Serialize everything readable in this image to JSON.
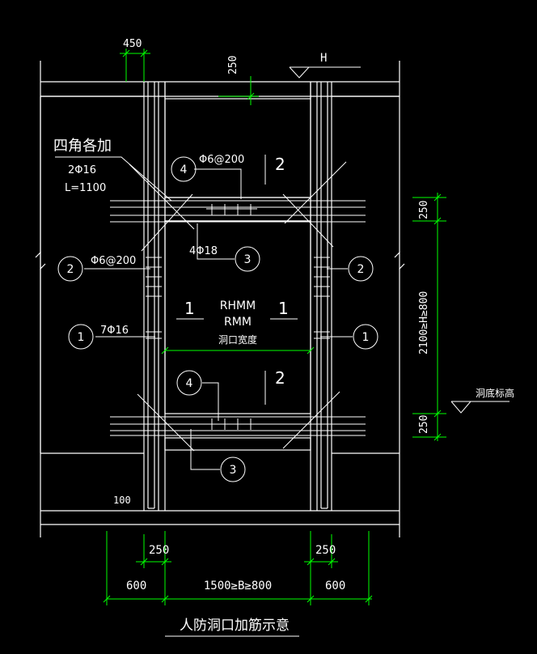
{
  "colors": {
    "background": "#000000",
    "lines": "#ffffff",
    "dimensions": "#00ff00"
  },
  "labels": {
    "top_left_dim": "450",
    "top_mid_dim": "250",
    "level_mark": "H",
    "corner_note_title": "四角各加",
    "corner_note_bars": "2Φ16",
    "corner_note_length": "L=1100",
    "stirrup_left": "Φ6@200",
    "stirrup_top": "Φ6@200",
    "bars_3": "4Φ18",
    "bars_1": "7Φ16",
    "door_type_1": "RHMM",
    "door_type_2": "RMM",
    "opening_width": "洞口宽度",
    "section_mark": "1",
    "section_mark_2": "2",
    "dim_100": "100",
    "bottom_left_250": "250",
    "bottom_right_250": "250",
    "bottom_left_600": "600",
    "bottom_mid": "1500≥B≥800",
    "bottom_right_600": "600",
    "right_top_250": "250",
    "right_mid": "2100≥H≥800",
    "right_bottom_250": "250",
    "floor_level": "洞底标高",
    "caption": "人防洞口加筋示意"
  },
  "bubbles": [
    {
      "id": "bubble-4-top",
      "num": "4"
    },
    {
      "id": "bubble-2-left",
      "num": "2"
    },
    {
      "id": "bubble-3-mid",
      "num": "3"
    },
    {
      "id": "bubble-2-right",
      "num": "2"
    },
    {
      "id": "bubble-1-left",
      "num": "1"
    },
    {
      "id": "bubble-1-right",
      "num": "1"
    },
    {
      "id": "bubble-4-bottom",
      "num": "4"
    },
    {
      "id": "bubble-3-bottom",
      "num": "3"
    }
  ]
}
